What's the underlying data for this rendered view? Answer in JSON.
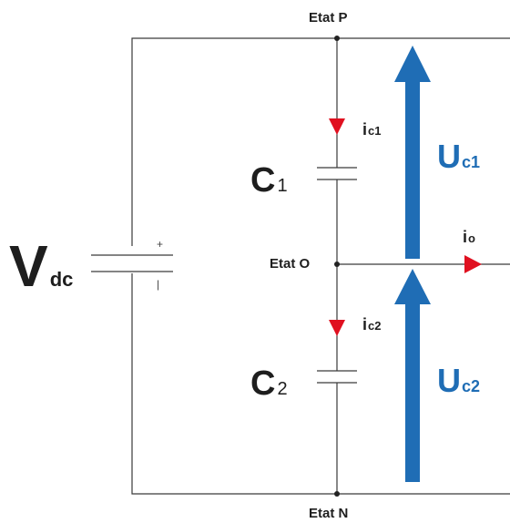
{
  "nodes": {
    "top": "Etat P",
    "middle": "Etat O",
    "bottom": "Etat N"
  },
  "source": {
    "main": "V",
    "sub": "dc",
    "plus": "+",
    "minus": "|"
  },
  "capacitors": [
    {
      "main": "C",
      "sub": "1"
    },
    {
      "main": "C",
      "sub": "2"
    }
  ],
  "currents": [
    {
      "main": "i",
      "sub": "c1"
    },
    {
      "main": "i",
      "sub": "c2"
    },
    {
      "main": "i",
      "sub": "o"
    }
  ],
  "voltages": [
    {
      "main": "U",
      "sub": "c1"
    },
    {
      "main": "U",
      "sub": "c2"
    }
  ],
  "colors": {
    "wire": "#3a3a3a",
    "voltage_arrow": "#1f6db5",
    "current_arrow": "#e01020",
    "text": "#1e1e1e"
  }
}
